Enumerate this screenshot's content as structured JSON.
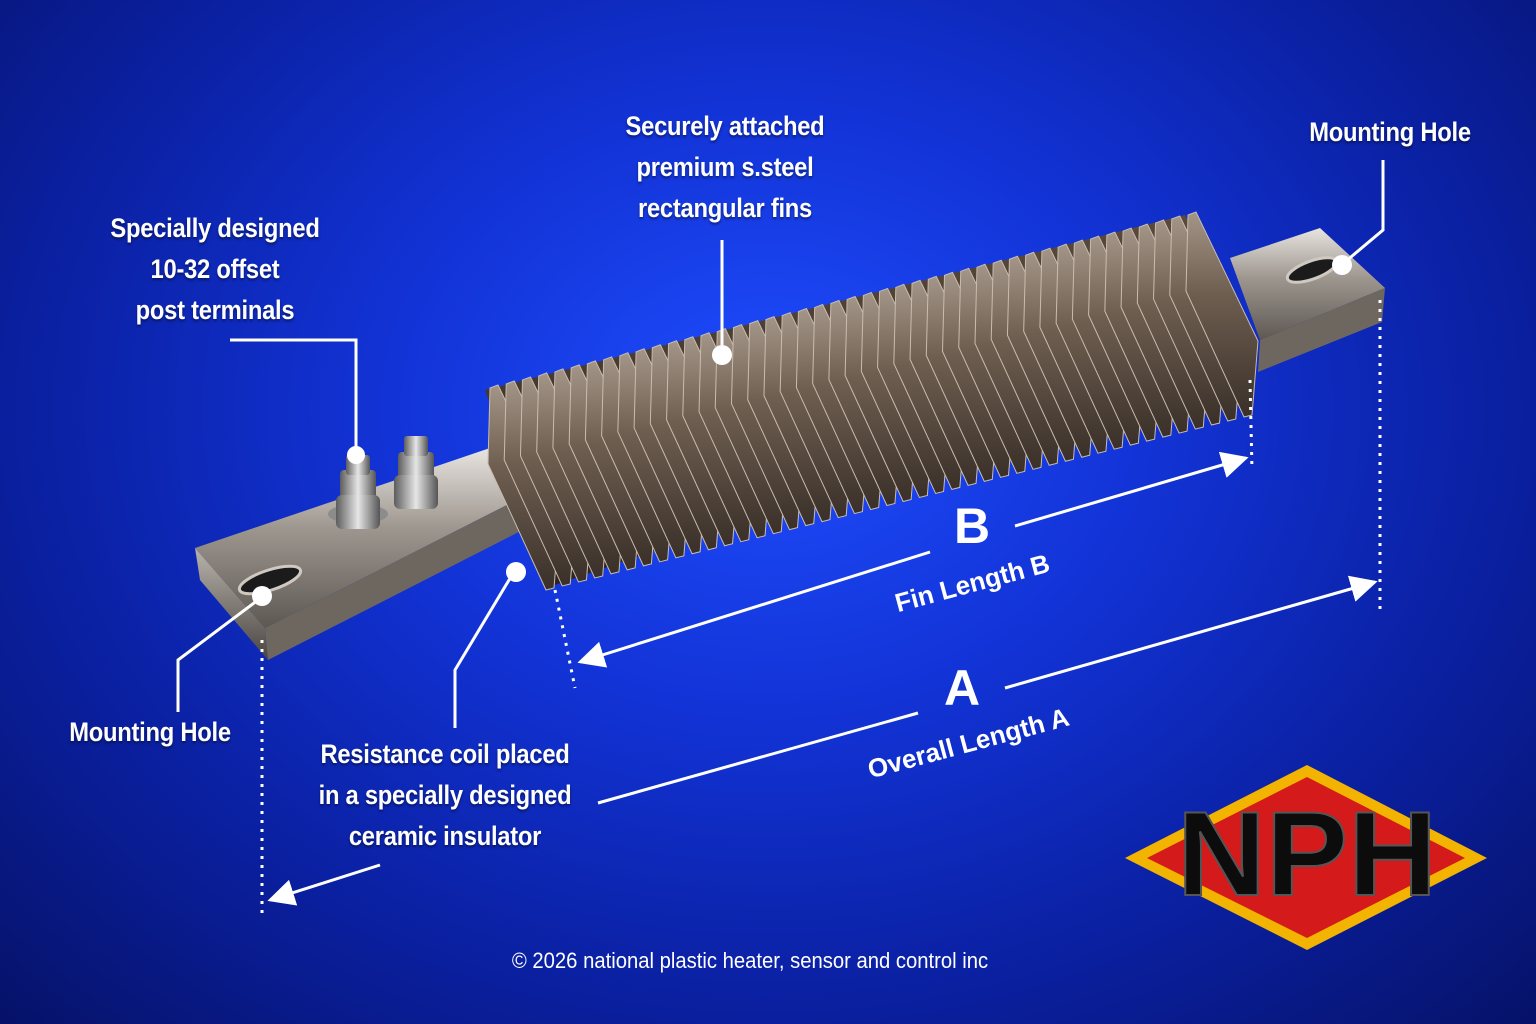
{
  "callouts": {
    "fins": [
      "Securely attached",
      "premium s.steel",
      "rectangular fins"
    ],
    "terminals": [
      "Specially designed",
      "10-32 offset",
      "post terminals"
    ],
    "mounting_hole_right": "Mounting Hole",
    "mounting_hole_left": "Mounting Hole",
    "coil": [
      "Resistance coil placed",
      "in a specially designed",
      "ceramic insulator"
    ]
  },
  "dimensions": {
    "b_letter": "B",
    "b_caption": "Fin Length B",
    "a_letter": "A",
    "a_caption": "Overall Length A"
  },
  "logo": {
    "text": "NPH",
    "fill": "#d41a1a",
    "border": "#f2b400"
  },
  "copyright": "© 2026 national plastic heater, sensor and control inc",
  "colors": {
    "background": "#1233d6",
    "steel": "#8a8a8a",
    "fin": "#5a4a3c"
  }
}
